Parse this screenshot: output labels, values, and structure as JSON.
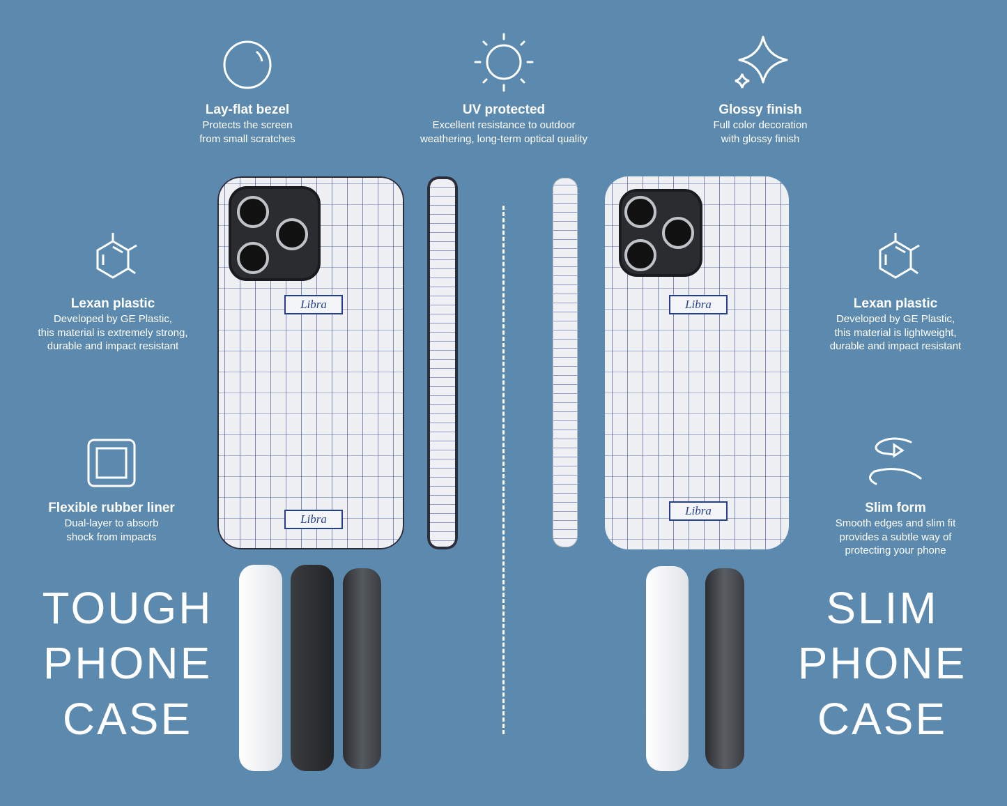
{
  "colors": {
    "background": "#5c89ae",
    "text": "#ffffff",
    "pattern": "#253f8a"
  },
  "features": {
    "bezel": {
      "icon": "circle-icon",
      "title": "Lay-flat bezel",
      "desc": [
        "Protects the screen",
        "from small scratches"
      ]
    },
    "uv": {
      "icon": "sun-icon",
      "title": "UV protected",
      "desc": [
        "Excellent resistance to outdoor",
        "weathering, long-term optical quality"
      ]
    },
    "glossy": {
      "icon": "sparkle-icon",
      "title": "Glossy finish",
      "desc": [
        "Full color decoration",
        "with glossy finish"
      ]
    },
    "lexan_tough": {
      "icon": "molecule-icon",
      "title": "Lexan plastic",
      "desc": [
        "Developed by GE Plastic,",
        "this material is extremely strong,",
        "durable and impact resistant"
      ]
    },
    "lexan_slim": {
      "icon": "molecule-icon",
      "title": "Lexan plastic",
      "desc": [
        "Developed by GE Plastic,",
        "this material is lightweight,",
        "durable and impact resistant"
      ]
    },
    "liner": {
      "icon": "square-icon",
      "title": "Flexible rubber liner",
      "desc": [
        "Dual-layer to absorb",
        "shock from impacts"
      ]
    },
    "slim": {
      "icon": "rotate-icon",
      "title": "Slim form",
      "desc": [
        "Smooth edges and slim fit",
        "provides a subtle way of",
        "protecting your phone"
      ]
    }
  },
  "headings": {
    "tough": [
      "TOUGH",
      "PHONE",
      "CASE"
    ],
    "slim": [
      "SLIM",
      "PHONE",
      "CASE"
    ]
  },
  "artwork": {
    "label": "Libra"
  }
}
